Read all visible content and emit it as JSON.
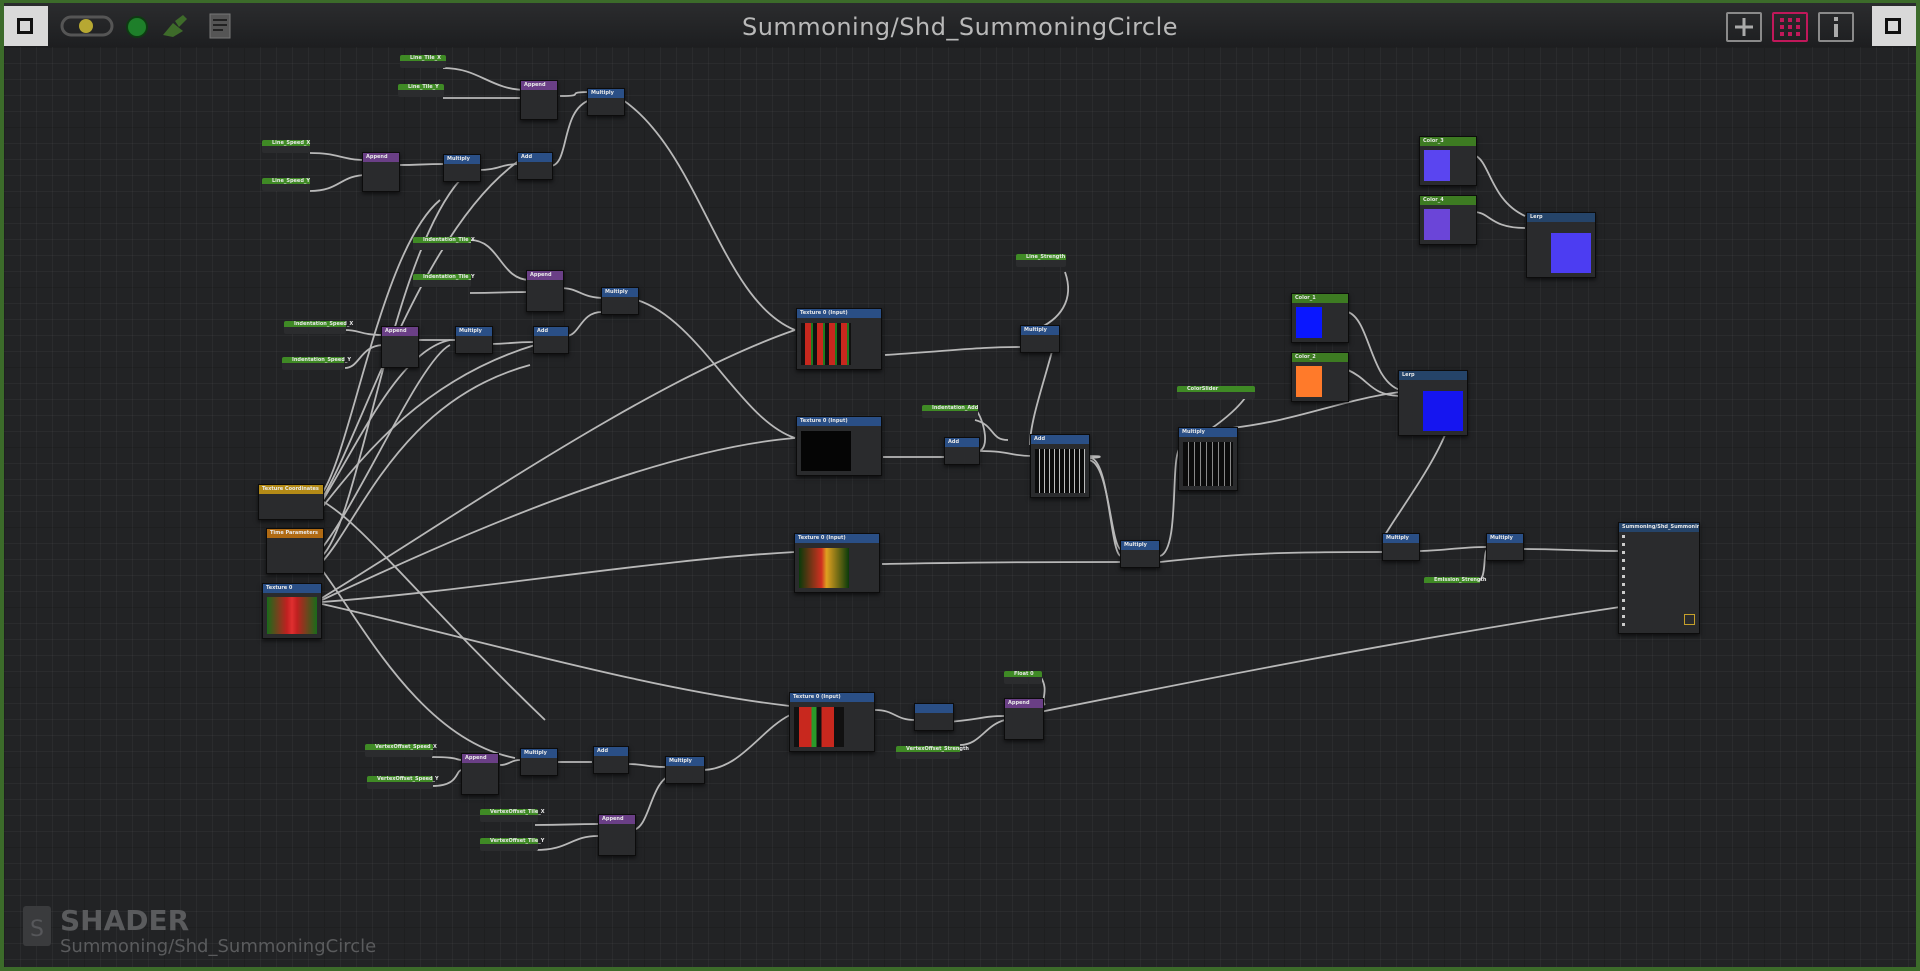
{
  "window": {
    "title": "Summoning/Shd_SummoningCircle"
  },
  "watermark": {
    "type": "SHADER",
    "path": "Summoning/Shd_SummoningCircle"
  },
  "colors": {
    "frame": "#3c6b2a",
    "wire": "#c9c9c9",
    "accent_pink": "#c0185a"
  },
  "toolbar": {
    "icons": [
      "collapse-icon",
      "refresh-icon",
      "live-preview-icon",
      "clean-icon",
      "document-icon"
    ],
    "right_icons": [
      "add-node-icon",
      "grid-icon",
      "info-icon"
    ]
  },
  "nodes": {
    "line_tile_x": "Line_Tile_X",
    "line_tile_y": "Line_Tile_Y",
    "append1": "Append",
    "multiply1": "Multiply",
    "line_speed_x": "Line_Speed_X",
    "line_speed_y": "Line_Speed_Y",
    "append2": "Append",
    "multiply2": "Multiply",
    "add1": "Add",
    "indentation_tile_x": "Indentation_Tile_X",
    "indentation_tile_y": "Indentation_Tile_Y",
    "append3": "Append",
    "multiply3": "Multiply",
    "indentation_speed_x": "Indentation_Speed_X",
    "indentation_speed_y": "Indentation_Speed_Y",
    "append4": "Append",
    "multiply4": "Multiply",
    "add2": "Add",
    "texture_coordinates": "Texture Coordinates",
    "time_parameters": "Time Parameters",
    "texture0": "Texture 0",
    "tex_input1": "Texture 0 (Input)",
    "tex_input2": "Texture 0 (Input)",
    "tex_input3": "Texture 0 (Input)",
    "tex_input4": "Texture 0 (Input)",
    "line_strength": "Line_Strength",
    "multiply5": "Multiply",
    "indentation_add": "Indentation_Add",
    "add3": "Add",
    "add4": "Add",
    "coloroffset": "ColorSlider",
    "multiply6": "Multiply",
    "multiply7": "Multiply",
    "color1": "Color_1",
    "color2": "Color_2",
    "lerp1": "Lerp",
    "color3": "Color_3",
    "color4": "Color_4",
    "lerp2": "Lerp",
    "multiply8": "Multiply",
    "multiply9": "Multiply",
    "emission_strength": "Emission_Strength",
    "output": "Summoning/Shd_SummoningCircle",
    "vertex_speed_x": "VertexOffset_Speed_X",
    "vertex_speed_y": "VertexOffset_Speed_Y",
    "append5": "Append",
    "multiply10": "Multiply",
    "add5": "Add",
    "multiply11": "Multiply",
    "vertex_tile_x": "VertexOffset_Tile_X",
    "vertex_tile_y": "VertexOffset_Tile_Y",
    "append6": "Append",
    "vertex_strength": "VertexOffset_Strength",
    "float0": "Float 0",
    "append7": "Append"
  }
}
